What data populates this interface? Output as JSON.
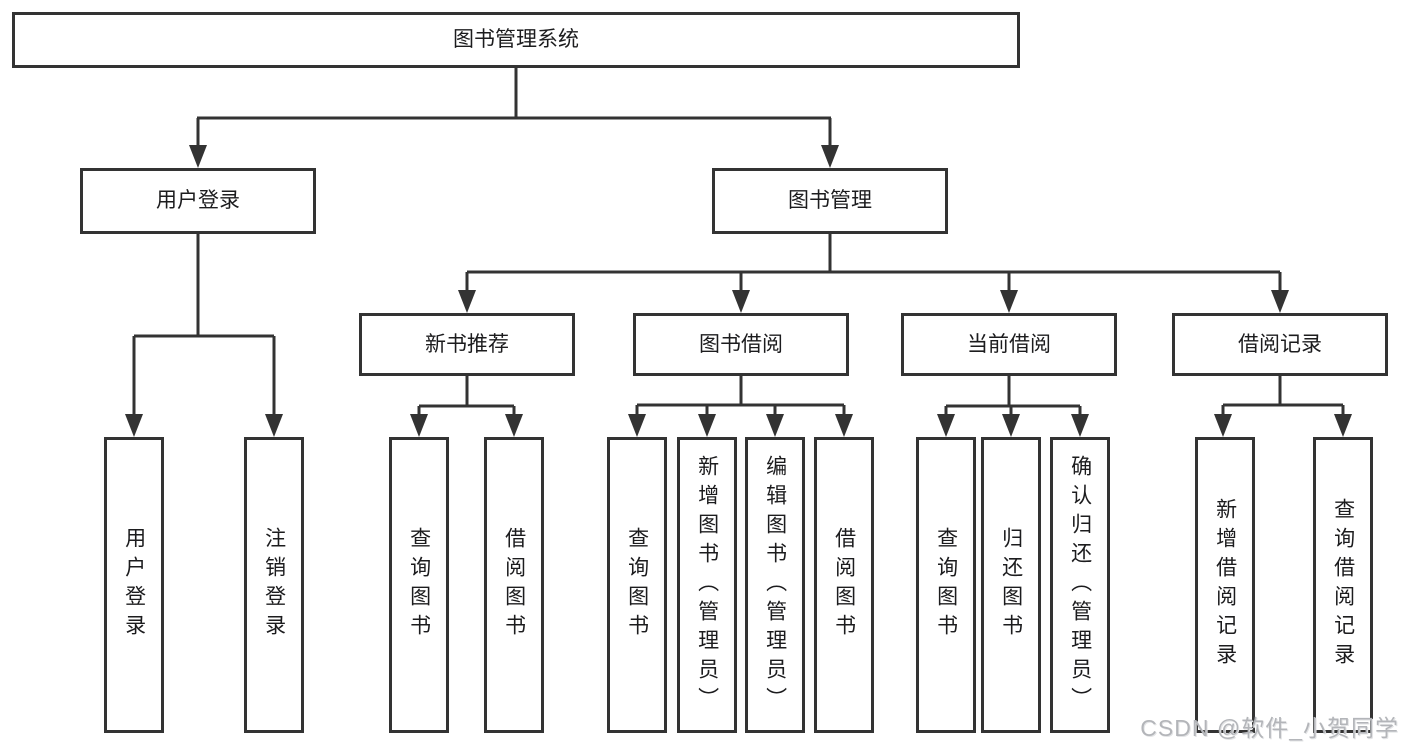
{
  "hierarchy": {
    "label": "图书管理系统",
    "children": [
      {
        "label": "用户登录",
        "children": [
          {
            "label": "用户登录"
          },
          {
            "label": "注销登录"
          }
        ]
      },
      {
        "label": "图书管理",
        "children": [
          {
            "label": "新书推荐",
            "children": [
              {
                "label": "查询图书"
              },
              {
                "label": "借阅图书"
              }
            ]
          },
          {
            "label": "图书借阅",
            "children": [
              {
                "label": "查询图书"
              },
              {
                "label": "新增图书（管理员）"
              },
              {
                "label": "编辑图书（管理员）"
              },
              {
                "label": "借阅图书"
              }
            ]
          },
          {
            "label": "当前借阅",
            "children": [
              {
                "label": "查询图书"
              },
              {
                "label": "归还图书"
              },
              {
                "label": "确认归还（管理员）"
              }
            ]
          },
          {
            "label": "借阅记录",
            "children": [
              {
                "label": "新增借阅记录"
              },
              {
                "label": "查询借阅记录"
              }
            ]
          }
        ]
      }
    ]
  },
  "watermark": "CSDN @软件_小贺同学",
  "colors": {
    "line": "#333333",
    "box_border": "#333333",
    "text": "#1c1c1e",
    "background": "#ffffff",
    "watermark": "#b3b5b9"
  }
}
